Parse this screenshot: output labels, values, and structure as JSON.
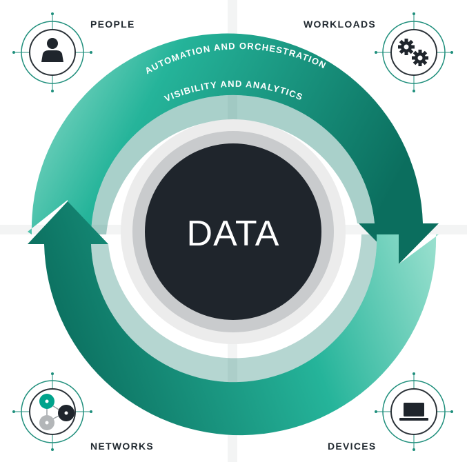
{
  "center": {
    "label": "DATA"
  },
  "ring": {
    "outer_label": "AUTOMATION AND ORCHESTRATION",
    "inner_label": "VISIBILITY AND ANALYTICS"
  },
  "corners": {
    "people": {
      "label": "PEOPLE",
      "icon": "person-icon"
    },
    "workloads": {
      "label": "WORKLOADS",
      "icon": "gears-icon"
    },
    "networks": {
      "label": "NETWORKS",
      "icon": "network-nodes-icon"
    },
    "devices": {
      "label": "DEVICES",
      "icon": "laptop-icon"
    }
  },
  "colors": {
    "teal_dark": "#0b6e5e",
    "teal_mid": "#00a38c",
    "teal_light": "#8fdcc9",
    "core_dark": "#1f252c",
    "ring_gray": "#c9cbcd",
    "ring_light": "#ececec"
  }
}
